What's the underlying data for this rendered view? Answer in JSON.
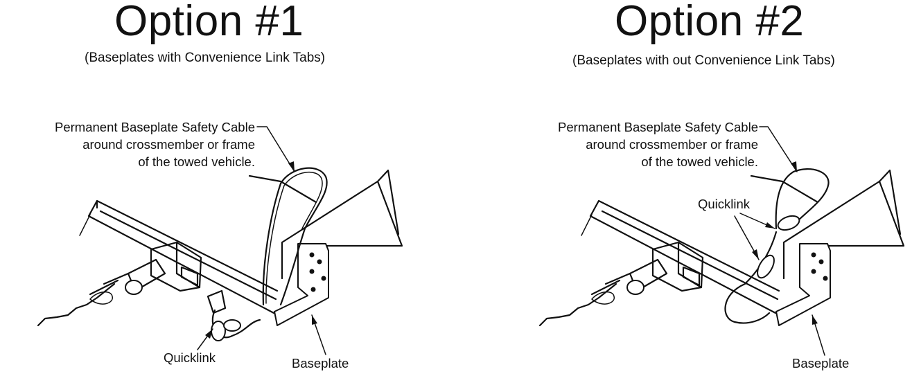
{
  "option1": {
    "title": "Option #1",
    "subtitle": "(Baseplates with Convenience Link Tabs)",
    "cable_label": [
      "Permanent Baseplate Safety Cable",
      "around crossmember or frame",
      "of the towed vehicle."
    ],
    "quicklink_label": "Quicklink",
    "baseplate_label": "Baseplate"
  },
  "option2": {
    "title": "Option #2",
    "subtitle": "(Baseplates with out Convenience Link Tabs)",
    "cable_label": [
      "Permanent Baseplate Safety Cable",
      "around crossmember or frame",
      "of the towed vehicle."
    ],
    "quicklink_label": "Quicklink",
    "baseplate_label": "Baseplate"
  }
}
